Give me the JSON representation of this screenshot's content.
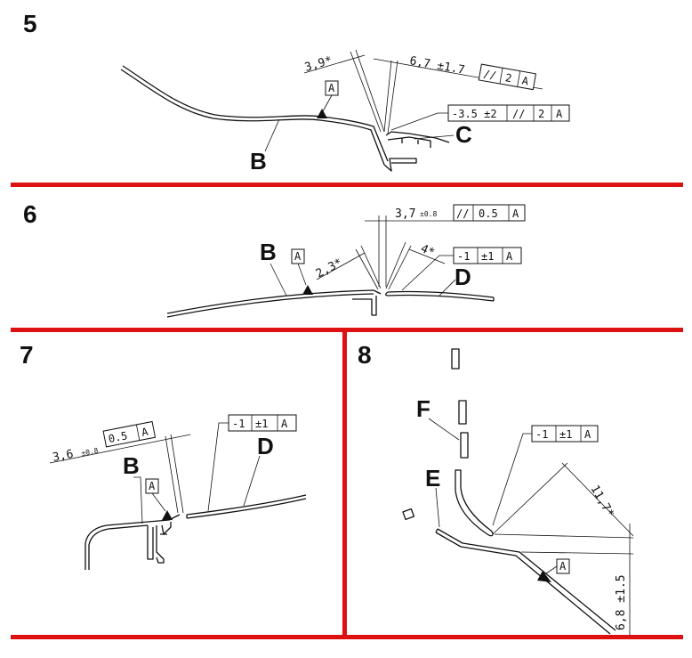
{
  "colors": {
    "divider": "#dd1111",
    "ink": "#111111",
    "background": "#ffffff"
  },
  "panels": [
    {
      "number": "5",
      "letters": [
        "B",
        "C"
      ],
      "dims": {
        "angle": "3,9*",
        "gap": "6,7 ±1.7",
        "flush": "-3.5 ±2"
      },
      "fcf1": [
        "//",
        "2",
        "A"
      ],
      "fcf2": [
        "//",
        "2",
        "A"
      ],
      "datum": "A"
    },
    {
      "number": "6",
      "letters": [
        "B",
        "D"
      ],
      "dims": {
        "gap_value": "3,7",
        "gap_tol": "±0.8",
        "angle_left": "2,3*",
        "angle_right": "4*"
      },
      "fcf_gap": [
        "//",
        "0.5",
        "A"
      ],
      "fcf_flush": [
        "-1",
        "±1",
        "A"
      ],
      "datum": "A"
    },
    {
      "number": "7",
      "letters": [
        "B",
        "D"
      ],
      "dims": {
        "gap_value": "3,6",
        "gap_tol": "±0.8"
      },
      "fcf_gap": [
        "0.5",
        "A"
      ],
      "fcf_flush": [
        "-1",
        "±1",
        "A"
      ],
      "datum": "A"
    },
    {
      "number": "8",
      "letters": [
        "F",
        "E"
      ],
      "dims": {
        "dist": "11,7*",
        "gap": "6,8 ±1.5"
      },
      "fcf_flush": [
        "-1",
        "±1",
        "A"
      ],
      "datum": "A"
    }
  ]
}
